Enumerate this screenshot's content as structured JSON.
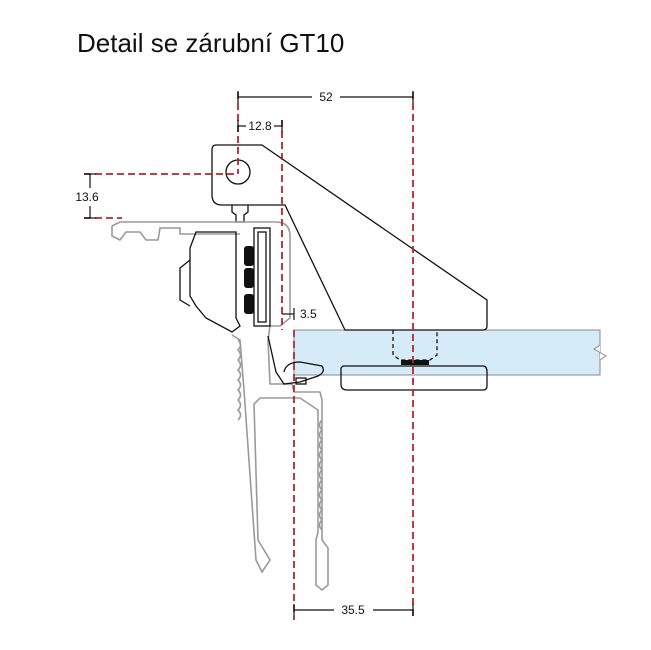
{
  "title": "Detail se zárubní GT10",
  "dimensions": {
    "width_total": "52",
    "offset_top": "12.8",
    "height_offset": "13.6",
    "gap": "3.5",
    "width_bottom": "35.5"
  },
  "colors": {
    "dimension_line": "#b3262d",
    "glass": "#d6ebf8",
    "profile": "#9a9a9a"
  }
}
